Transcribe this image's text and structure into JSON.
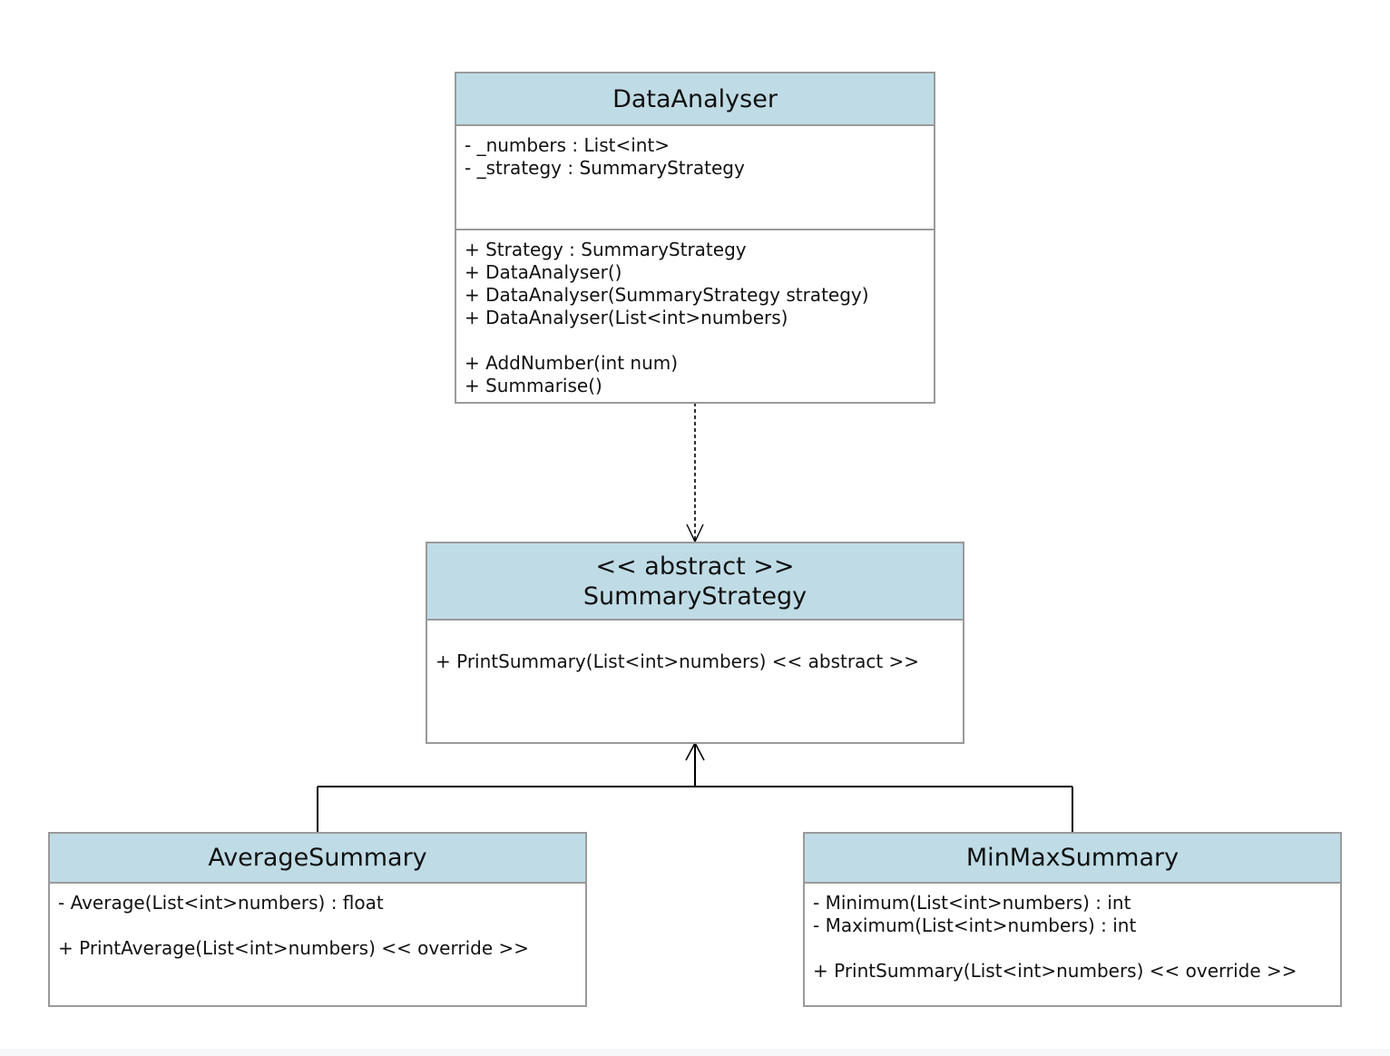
{
  "colors": {
    "header_fill": "#bfdce6",
    "border": "#9a9a9a",
    "connector": "#000000"
  },
  "classes": {
    "data_analyser": {
      "name": "DataAnalyser",
      "fields": [
        "- _numbers : List<int>",
        "- _strategy : SummaryStrategy"
      ],
      "properties_constructors": [
        "+ Strategy : SummaryStrategy",
        "+ DataAnalyser()",
        "+ DataAnalyser(SummaryStrategy strategy)",
        "+ DataAnalyser(List<int>numbers)"
      ],
      "methods": [
        "+ AddNumber(int num)",
        "+ Summarise()"
      ]
    },
    "summary_strategy": {
      "stereotype": "<< abstract >>",
      "name": "SummaryStrategy",
      "methods": [
        "+ PrintSummary(List<int>numbers) << abstract >>"
      ]
    },
    "average_summary": {
      "name": "AverageSummary",
      "fields": [
        "- Average(List<int>numbers) : float"
      ],
      "methods": [
        "+ PrintAverage(List<int>numbers) << override >>"
      ]
    },
    "minmax_summary": {
      "name": "MinMaxSummary",
      "fields": [
        "- Minimum(List<int>numbers) : int",
        "- Maximum(List<int>numbers) : int"
      ],
      "methods": [
        "+ PrintSummary(List<int>numbers) << override >>"
      ]
    }
  },
  "relationships": [
    {
      "type": "dependency",
      "from": "DataAnalyser",
      "to": "SummaryStrategy",
      "line": "dashed",
      "arrowhead": "open"
    },
    {
      "type": "generalization",
      "from": "AverageSummary",
      "to": "SummaryStrategy",
      "line": "solid",
      "arrowhead": "open"
    },
    {
      "type": "generalization",
      "from": "MinMaxSummary",
      "to": "SummaryStrategy",
      "line": "solid",
      "arrowhead": "open"
    }
  ]
}
